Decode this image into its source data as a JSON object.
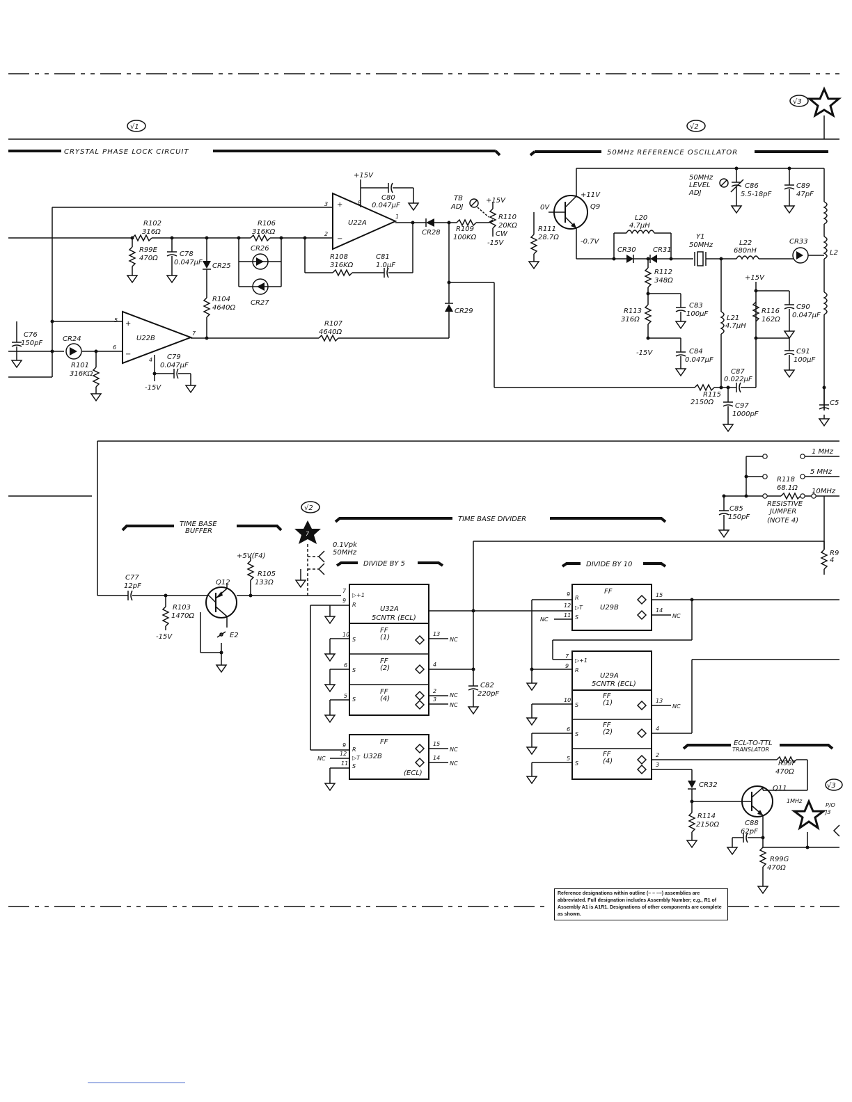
{
  "sections": {
    "crystal_phase_lock": "CRYSTAL  PHASE LOCK CIRCUIT",
    "reference_osc": "50MHz REFERENCE OSCILLATOR",
    "time_base_buffer_1": "TIME BASE",
    "time_base_buffer_2": "BUFFER",
    "time_base_divider": "TIME BASE DIVIDER",
    "divide_by_5": "DIVIDE BY 5",
    "divide_by_10": "DIVIDE BY 10",
    "ecl_ttl_1": "ECL-TO-TTL",
    "ecl_ttl_2": "TRANSLATOR"
  },
  "check_points": {
    "v1": "√1",
    "v2": "√2",
    "v2b": "√2",
    "v3": "√3",
    "v3b": "√3"
  },
  "labels": {
    "p15v_a": "+15V",
    "c80": "C80",
    "c80v": "0.047μF",
    "tb_adj_1": "TB",
    "tb_adj_2": "ADJ",
    "p15v_b": "+15V",
    "r110": "R110",
    "r110v": "20KΩ",
    "cw": "CW",
    "m15v_a": "-15V",
    "r109": "R109",
    "r109v": "100KΩ",
    "cr28": "CR28",
    "u22a": "U22A",
    "r102": "R102",
    "r102v": "316Ω",
    "r106": "R106",
    "r106v": "316KΩ",
    "cr26": "CR26",
    "cr27": "CR27",
    "r99e": "R99E",
    "r99ev": "470Ω",
    "c78": "C78",
    "c78v": "0.047μF",
    "cr25": "CR25",
    "r108": "R108",
    "r108v": "316KΩ",
    "c81": "C81",
    "c81v": "1.0μF",
    "r104": "R104",
    "r104v": "4640Ω",
    "cr29": "CR29",
    "r107": "R107",
    "r107v": "4640Ω",
    "u22b": "U22B",
    "c76": "C76",
    "c76v": "150pF",
    "cr24": "CR24",
    "r101": "R101",
    "r101v": "316KΩ",
    "c79": "C79",
    "c79v": "0.047μF",
    "m15v_b": "-15V",
    "p11v": "+11V",
    "q9": "Q9",
    "v0": "0V",
    "m07v": "-0.7V",
    "r111": "R111",
    "r111v": "28.7Ω",
    "lvl_1": "50MHz",
    "lvl_2": "LEVEL",
    "lvl_3": "ADJ",
    "c86": "C86",
    "c86v": "5.5-18pF",
    "c89": "C89",
    "c89v": "47pF",
    "l20": "L20",
    "l20v": "4.7μH",
    "cr30": "CR30",
    "cr31": "CR31",
    "y1": "Y1",
    "y1v": "50MHz",
    "l22": "L22",
    "l22v": "680nH",
    "cr33": "CR33",
    "r112": "R112",
    "r112v": "348Ω",
    "c83": "C83",
    "c83v": "100μF",
    "r113": "R113",
    "r113v": "316Ω",
    "m15v_c": "-15V",
    "c84": "C84",
    "c84v": "0.047μF",
    "l21": "L21",
    "l21v": "4.7μH",
    "p15v_c": "+15V",
    "r116": "R116",
    "r116v": "162Ω",
    "c90": "C90",
    "c90v": "0.047μF",
    "c91": "C91",
    "c91v": "100μF",
    "c87": "C87",
    "c87v": "0.022μF",
    "r115": "R115",
    "r115v": "2150Ω",
    "c97": "C97",
    "c97v": "1000pF",
    "f1mhz": "1 MHz",
    "f5mhz": "5 MHz",
    "f10mhz": "10MHz",
    "r118": "R118",
    "r118v": "68.1Ω",
    "c85": "C85",
    "c85v": "150pF",
    "rj_1": "RESISTIVE",
    "rj_2": "JUMPER",
    "rj_3": "(NOTE 4)",
    "c77": "C77",
    "c77v": "12pF",
    "q12": "Q12",
    "r103": "R103",
    "r103v": "1470Ω",
    "m15v_d": "-15V",
    "e2": "E2",
    "p5v": "+5V(F4)",
    "r105": "R105",
    "r105v": "133Ω",
    "tp7": "7",
    "sig_1": "0.1Vpk",
    "sig_2": "50MHz",
    "u32a_1": "U32A",
    "u32a_2": "5CNTR (ECL)",
    "ff": "FF",
    "ff1": "(1)",
    "ff2": "(2)",
    "ff4": "(4)",
    "u32b": "U32B",
    "ecl": "(ECL)",
    "c82": "C82",
    "c82v": "220pF",
    "u29b": "U29B",
    "u29a_1": "U29A",
    "u29a_2": "5CNTR (ECL)",
    "nc": "NC",
    "r99f": "R99F",
    "r99fv": "470Ω",
    "cr32": "CR32",
    "q11": "Q11",
    "r114": "R114",
    "r114v": "2150Ω",
    "c88": "C88",
    "c88v": "62pF",
    "r99g": "R99G",
    "r99gv": "470Ω",
    "f1mhz_b": "1MHz",
    "pj_1": "P/O",
    "pj_2": "J3",
    "edge_l2": "L2",
    "edge_c5": "C5",
    "edge_r9": "R9",
    "edge_4": "4"
  },
  "note": "Reference designations within outline (– – ––) assemblies are abbreviated. Full designation includes Assembly Number; e.g., R1 of Assembly A1 is A1R1. Designations of other components are complete as shown."
}
